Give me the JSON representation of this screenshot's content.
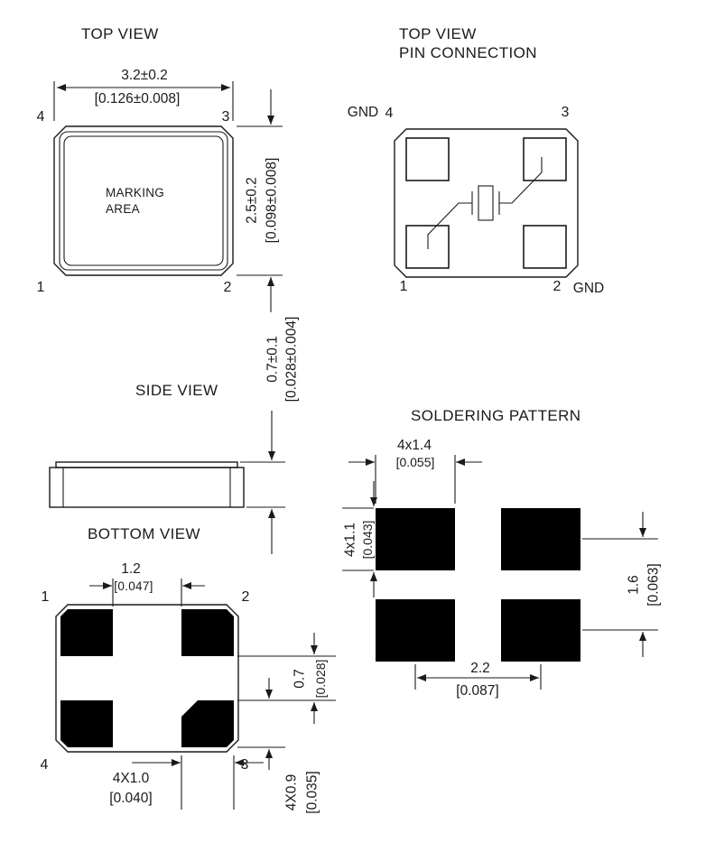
{
  "drawing": {
    "bg_color": "#ffffff",
    "line_color": "#1a1a1a",
    "pad_color": "#000000"
  },
  "top_view": {
    "title": "TOP VIEW",
    "marking_area": {
      "line1": "MARKING",
      "line2": "AREA"
    },
    "pin_top_left": "4",
    "pin_top_right": "3",
    "pin_bottom_left": "1",
    "pin_bottom_right": "2",
    "dim_width_mm": "3.2±0.2",
    "dim_width_inch": "[0.126±0.008]",
    "dim_height_mm": "2.5±0.2",
    "dim_height_inch": "[0.098±0.008]"
  },
  "pin_connection": {
    "title_line1": "TOP VIEW",
    "title_line2": "PIN CONNECTION",
    "gnd_top": "GND",
    "pin_top_left": "4",
    "pin_top_right": "3",
    "pin_bottom_left": "1",
    "pin_bottom_right": "2",
    "gnd_bottom": "GND"
  },
  "side_view": {
    "title": "SIDE VIEW",
    "dim_thickness_mm": "0.7±0.1",
    "dim_thickness_inch": "[0.028±0.004]"
  },
  "bottom_view": {
    "title": "BOTTOM VIEW",
    "pin_top_left": "1",
    "pin_top_right": "2",
    "pin_bottom_left": "4",
    "pin_bottom_right": "3",
    "dim_gap_x_mm": "1.2",
    "dim_gap_x_inch": "[0.047]",
    "dim_gap_y_mm": "0.7",
    "dim_gap_y_inch": "[0.028]",
    "dim_pad_width_mm": "4X1.0",
    "dim_pad_width_inch": "[0.040]",
    "dim_pad_height_mm": "4X0.9",
    "dim_pad_height_inch": "[0.035]"
  },
  "soldering_pattern": {
    "title": "SOLDERING PATTERN",
    "dim_pad_width_mm": "4x1.4",
    "dim_pad_width_inch": "[0.055]",
    "dim_pad_height_mm": "4x1.1",
    "dim_pad_height_inch": "[0.043]",
    "dim_pitch_y_mm": "1.6",
    "dim_pitch_y_inch": "[0.063]",
    "dim_pitch_x_mm": "2.2",
    "dim_pitch_x_inch": "[0.087]"
  }
}
